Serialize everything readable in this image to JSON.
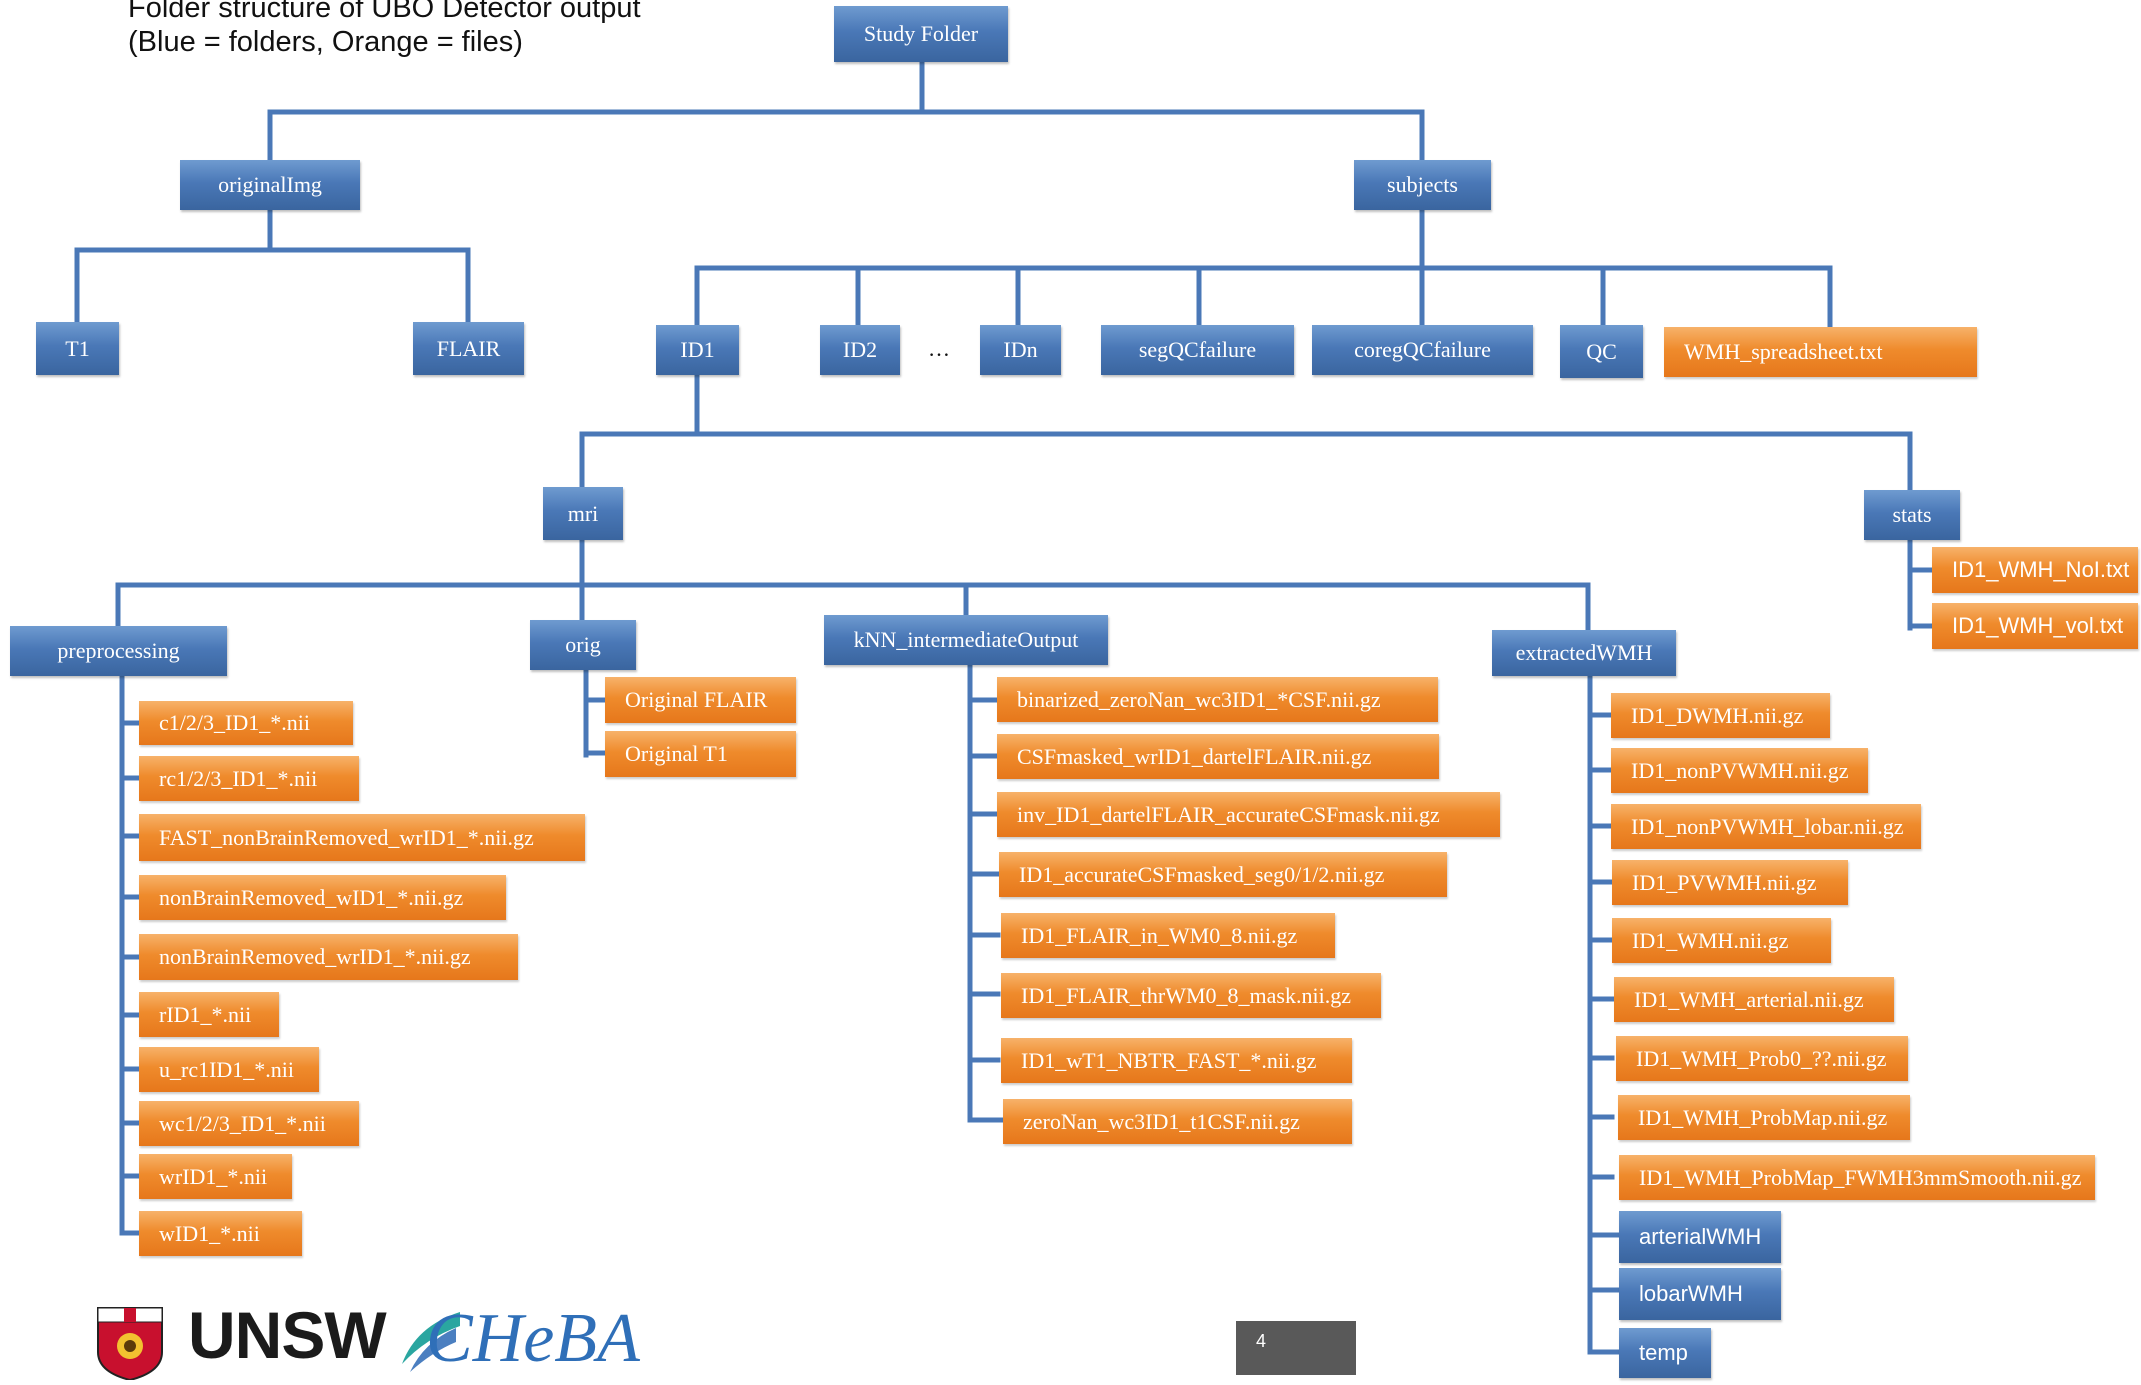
{
  "caption": {
    "line1": "Folder structure of UBO Detector output",
    "line2": "(Blue = folders, Orange = files)"
  },
  "colors": {
    "folder": "#4a78b7",
    "file": "#ef8b2c",
    "connector": "#4a78b7"
  },
  "root": "Study Folder",
  "level1": {
    "original_img": "originalImg",
    "subjects": "subjects"
  },
  "original_img_children": [
    "T1",
    "FLAIR"
  ],
  "subjects_children": {
    "id1": "ID1",
    "id2": "ID2",
    "ellipsis": "…",
    "idn": "IDn",
    "seg_qc_failure": "segQCfailure",
    "coreg_qc_failure": "coregQCfailure",
    "qc": "QC",
    "wmh_spreadsheet": "WMH_spreadsheet.txt"
  },
  "id1_children": {
    "mri": "mri",
    "stats": "stats"
  },
  "stats_files": [
    "ID1_WMH_NoI.txt",
    "ID1_WMH_vol.txt"
  ],
  "mri_children": {
    "preprocessing": "preprocessing",
    "orig": "orig",
    "knn": "kNN_intermediateOutput",
    "extracted": "extractedWMH"
  },
  "preprocessing_files": [
    "c1/2/3_ID1_*.nii",
    "rc1/2/3_ID1_*.nii",
    "FAST_nonBrainRemoved_wrID1_*.nii.gz",
    "nonBrainRemoved_wID1_*.nii.gz",
    "nonBrainRemoved_wrID1_*.nii.gz",
    "rID1_*.nii",
    "u_rc1ID1_*.nii",
    "wc1/2/3_ID1_*.nii",
    "wrID1_*.nii",
    "wID1_*.nii"
  ],
  "orig_files": [
    "Original FLAIR",
    "Original T1"
  ],
  "knn_files": [
    "binarized_zeroNan_wc3ID1_*CSF.nii.gz",
    "CSFmasked_wrID1_dartelFLAIR.nii.gz",
    "inv_ID1_dartelFLAIR_accurateCSFmask.nii.gz",
    "ID1_accurateCSFmasked_seg0/1/2.nii.gz",
    "ID1_FLAIR_in_WM0_8.nii.gz",
    "ID1_FLAIR_thrWM0_8_mask.nii.gz",
    "ID1_wT1_NBTR_FAST_*.nii.gz",
    "zeroNan_wc3ID1_t1CSF.nii.gz"
  ],
  "extracted_files": [
    "ID1_DWMH.nii.gz",
    "ID1_nonPVWMH.nii.gz",
    "ID1_nonPVWMH_lobar.nii.gz",
    "ID1_PVWMH.nii.gz",
    "ID1_WMH.nii.gz",
    "ID1_WMH_arterial.nii.gz",
    "ID1_WMH_Prob0_??.nii.gz",
    "ID1_WMH_ProbMap.nii.gz",
    "ID1_WMH_ProbMap_FWMH3mmSmooth.nii.gz"
  ],
  "extracted_folders": [
    "arterialWMH",
    "lobarWMH",
    "temp"
  ],
  "logos": {
    "university": "UNSW",
    "centre": "CHeBA"
  },
  "page_number": "4"
}
